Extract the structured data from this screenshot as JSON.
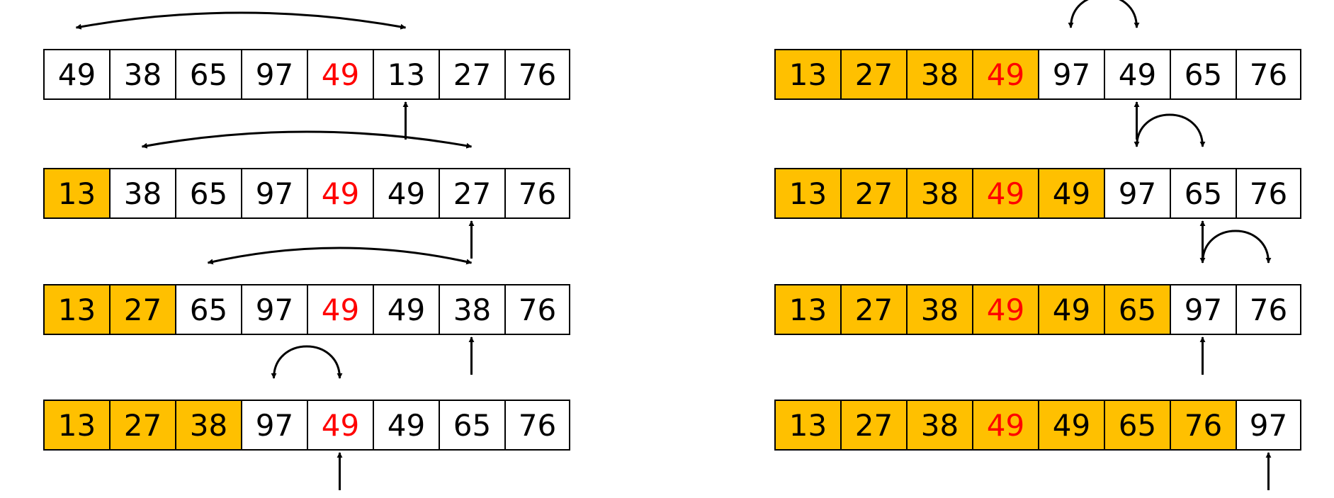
{
  "colors": {
    "sorted_fill": "#FFC000",
    "unsorted_fill": "#FFFFFF",
    "highlight_text": "#FF0000",
    "text": "#000000",
    "line": "#000000"
  },
  "steps": [
    {
      "values": [
        "49",
        "38",
        "65",
        "97",
        "49",
        "13",
        "27",
        "76"
      ],
      "sorted_count": 0,
      "highlight_index": 4,
      "swap": [
        0,
        5
      ],
      "pointer_index": 5
    },
    {
      "values": [
        "13",
        "38",
        "65",
        "97",
        "49",
        "49",
        "27",
        "76"
      ],
      "sorted_count": 1,
      "highlight_index": 4,
      "swap": [
        1,
        6
      ],
      "pointer_index": 6
    },
    {
      "values": [
        "13",
        "27",
        "65",
        "97",
        "49",
        "49",
        "38",
        "76"
      ],
      "sorted_count": 2,
      "highlight_index": 4,
      "swap": [
        2,
        6
      ],
      "pointer_index": 6
    },
    {
      "values": [
        "13",
        "27",
        "38",
        "97",
        "49",
        "49",
        "65",
        "76"
      ],
      "sorted_count": 3,
      "highlight_index": 4,
      "swap": [
        3,
        4
      ],
      "pointer_index": 4
    },
    {
      "values": [
        "13",
        "27",
        "38",
        "49",
        "97",
        "49",
        "65",
        "76"
      ],
      "sorted_count": 4,
      "highlight_index": 3,
      "swap": [
        4,
        5
      ],
      "pointer_index": 5
    },
    {
      "values": [
        "13",
        "27",
        "38",
        "49",
        "49",
        "97",
        "65",
        "76"
      ],
      "sorted_count": 5,
      "highlight_index": 3,
      "swap": [
        5,
        6
      ],
      "pointer_index": 6
    },
    {
      "values": [
        "13",
        "27",
        "38",
        "49",
        "49",
        "65",
        "97",
        "76"
      ],
      "sorted_count": 6,
      "highlight_index": 3,
      "swap": [
        6,
        7
      ],
      "pointer_index": 6
    },
    {
      "values": [
        "13",
        "27",
        "38",
        "49",
        "49",
        "65",
        "76",
        "97"
      ],
      "sorted_count": 7,
      "highlight_index": 3,
      "swap": null,
      "pointer_index": 7
    }
  ]
}
